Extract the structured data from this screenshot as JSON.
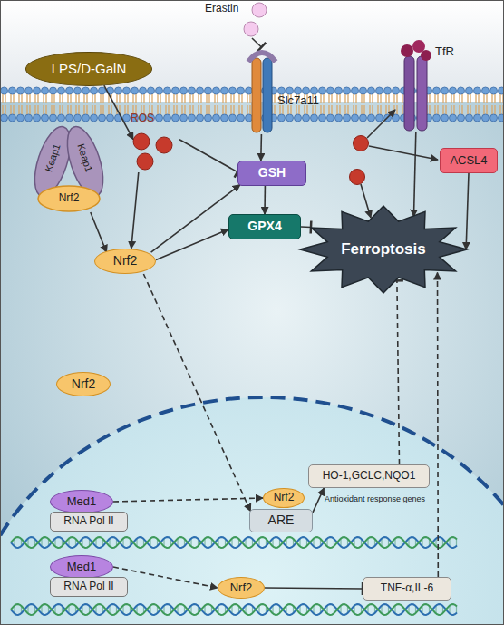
{
  "diagram": {
    "nodes": [
      {
        "text": [
          "LPS/D-GalN"
        ]
      },
      {
        "text": [
          "Erastin"
        ]
      },
      {
        "text": [
          "Slc7a11"
        ]
      },
      {
        "text": [
          "TfR"
        ]
      },
      {
        "text": [
          "ROS"
        ]
      },
      {
        "text": [
          "Keap1",
          "Keap1",
          "Nrf2"
        ]
      },
      {
        "text": [
          "GSH"
        ]
      },
      {
        "text": [
          "GPX4"
        ]
      },
      {
        "text": [
          "Nrf2"
        ]
      },
      {
        "text": [
          "Nrf2"
        ]
      },
      {
        "text": [
          "ACSL4"
        ]
      },
      {
        "text": [
          "Ferroptosis"
        ]
      },
      {
        "text": [
          "Med1"
        ]
      },
      {
        "text": [
          "RNA Pol II"
        ]
      },
      {
        "text": [
          "Nrf2"
        ]
      },
      {
        "text": [
          "ARE"
        ]
      },
      {
        "text": [
          "HO-1,GCLC,NQO1"
        ]
      },
      {
        "text": [
          "Med1"
        ]
      },
      {
        "text": [
          "RNA Pol II"
        ]
      },
      {
        "text": [
          "Nrf2"
        ]
      },
      {
        "text": [
          "TNF-α,IL-6"
        ]
      }
    ],
    "edges": [
      {
        "from": 0,
        "to": 4,
        "arrow": "to"
      },
      {
        "from": 1,
        "to": 2,
        "arrow": "to"
      },
      {
        "from": 2,
        "to": 6,
        "arrow": "to"
      },
      {
        "from": 4,
        "to": 6,
        "arrow": "to"
      },
      {
        "from": 4,
        "to": 8,
        "arrow": "to"
      },
      {
        "from": 5,
        "to": 8,
        "arrow": "to"
      },
      {
        "from": 8,
        "to": 6,
        "arrow": "to"
      },
      {
        "from": 8,
        "to": 7,
        "arrow": "to"
      },
      {
        "from": 6,
        "to": 7,
        "arrow": "to"
      },
      {
        "from": 7,
        "to": 11,
        "arrow": "to"
      },
      {
        "from": 8,
        "to": 15,
        "arrow": "to"
      },
      {
        "from": 12,
        "to": 14,
        "arrow": "to"
      },
      {
        "from": 15,
        "to": 16,
        "arrow": "to"
      },
      {
        "from": 16,
        "to": 11,
        "arrow": "to"
      },
      {
        "from": 17,
        "to": 19,
        "arrow": "to"
      },
      {
        "from": 19,
        "to": 20,
        "arrow": "to"
      },
      {
        "from": 20,
        "to": 11,
        "arrow": "to"
      },
      {
        "from": 3,
        "to": 11,
        "arrow": "to"
      },
      {
        "from": 10,
        "to": 11,
        "arrow": "to"
      }
    ],
    "labels": [
      "Antioxidant response genes"
    ]
  }
}
